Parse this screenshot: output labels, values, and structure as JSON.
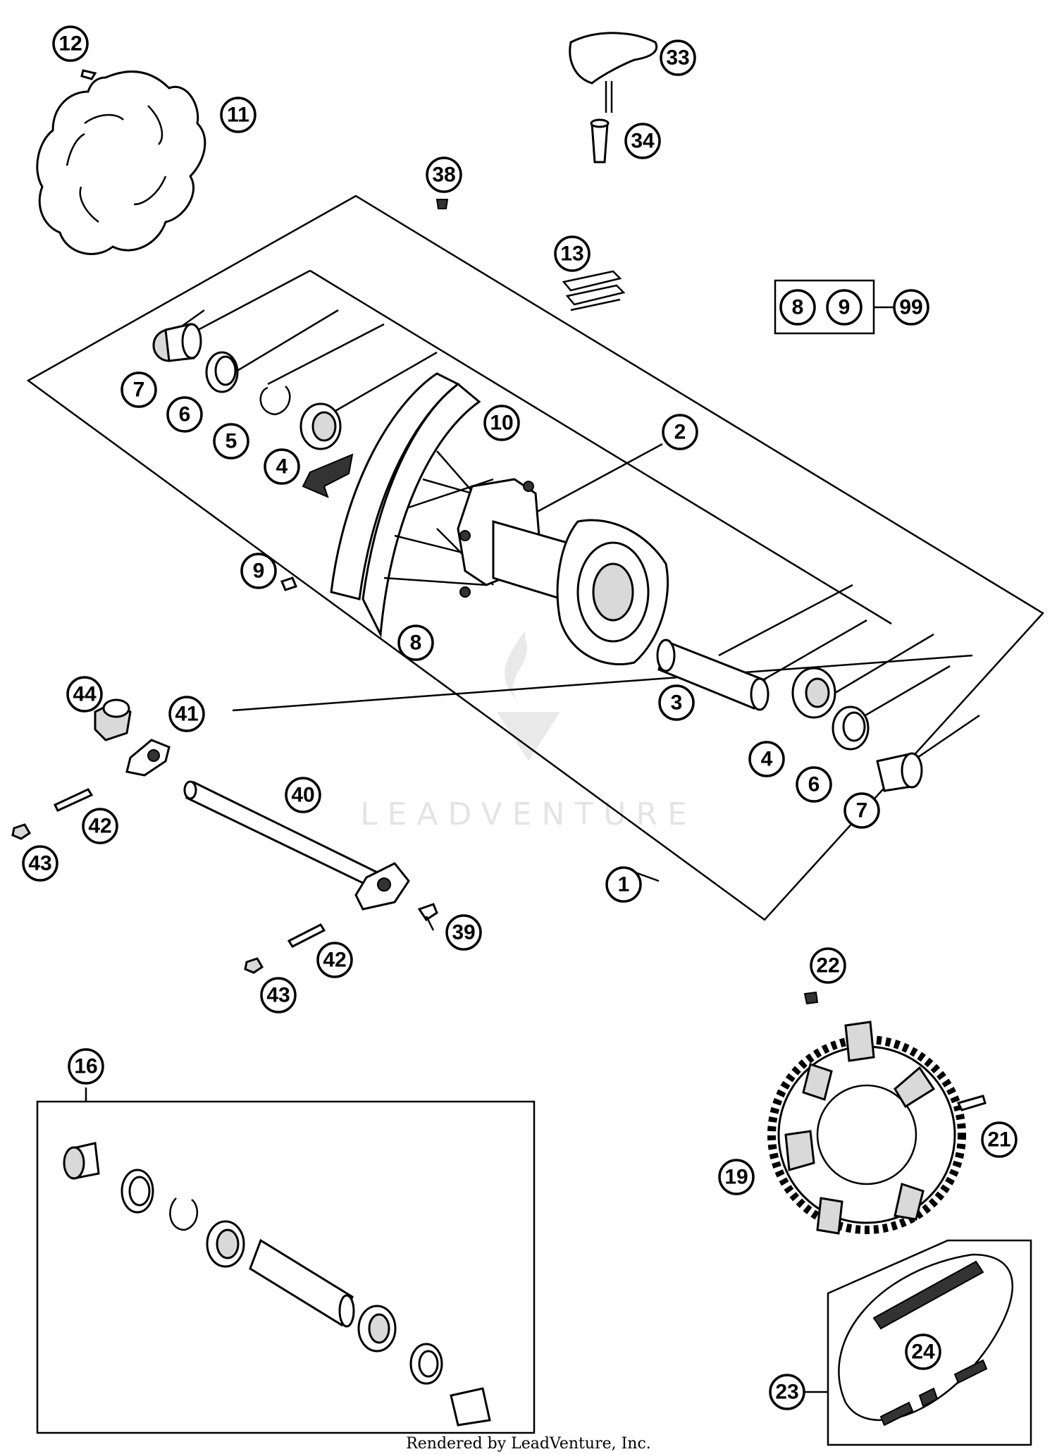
{
  "diagram": {
    "watermark": "LEADVENTURE",
    "credit": "Rendered by LeadVenture, Inc.",
    "kit_group": [
      "8",
      "9"
    ],
    "kit_number": "99",
    "callouts": {
      "c1": "1",
      "c2": "2",
      "c3": "3",
      "c4a": "4",
      "c4b": "4",
      "c5": "5",
      "c6a": "6",
      "c6b": "6",
      "c7a": "7",
      "c7b": "7",
      "c8": "8",
      "c9": "9",
      "c10": "10",
      "c11": "11",
      "c12": "12",
      "c13": "13",
      "c16": "16",
      "c19": "19",
      "c21": "21",
      "c22": "22",
      "c23": "23",
      "c24": "24",
      "c33": "33",
      "c34": "34",
      "c38": "38",
      "c39": "39",
      "c40": "40",
      "c41": "41",
      "c42a": "42",
      "c42b": "42",
      "c43a": "43",
      "c43b": "43",
      "c44": "44"
    }
  }
}
